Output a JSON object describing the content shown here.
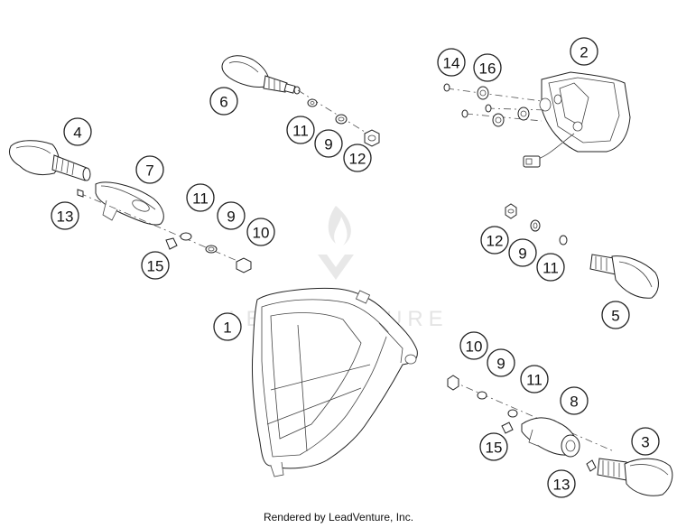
{
  "diagram": {
    "callouts": [
      {
        "id": "c1",
        "label": "1"
      },
      {
        "id": "c2",
        "label": "2"
      },
      {
        "id": "c3",
        "label": "3"
      },
      {
        "id": "c4",
        "label": "4"
      },
      {
        "id": "c5",
        "label": "5"
      },
      {
        "id": "c6",
        "label": "6"
      },
      {
        "id": "c7",
        "label": "7"
      },
      {
        "id": "c8",
        "label": "8"
      },
      {
        "id": "c9a",
        "label": "9"
      },
      {
        "id": "c9b",
        "label": "9"
      },
      {
        "id": "c9c",
        "label": "9"
      },
      {
        "id": "c9d",
        "label": "9"
      },
      {
        "id": "c10a",
        "label": "10"
      },
      {
        "id": "c10b",
        "label": "10"
      },
      {
        "id": "c11a",
        "label": "11"
      },
      {
        "id": "c11b",
        "label": "11"
      },
      {
        "id": "c11c",
        "label": "11"
      },
      {
        "id": "c11d",
        "label": "11"
      },
      {
        "id": "c12a",
        "label": "12"
      },
      {
        "id": "c12b",
        "label": "12"
      },
      {
        "id": "c13a",
        "label": "13"
      },
      {
        "id": "c13b",
        "label": "13"
      },
      {
        "id": "c14",
        "label": "14"
      },
      {
        "id": "c15a",
        "label": "15"
      },
      {
        "id": "c15b",
        "label": "15"
      },
      {
        "id": "c16",
        "label": "16"
      }
    ],
    "watermark": "LEADVENTURE"
  },
  "footer": {
    "text": "Rendered by LeadVenture, Inc."
  }
}
